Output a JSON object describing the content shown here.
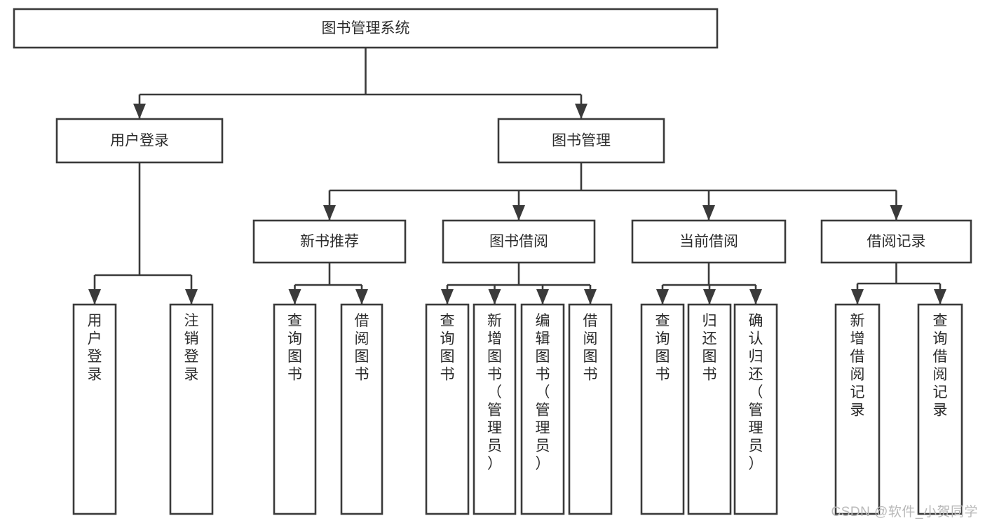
{
  "diagram": {
    "type": "tree",
    "title": "图书管理系统",
    "watermark": "CSDN @软件_小贺同学",
    "colors": {
      "stroke": "#3a3a3a",
      "box_fill": "#ffffff",
      "text": "#2b2b2b",
      "background": "#ffffff",
      "watermark": "#b9b9b9"
    },
    "levels": {
      "root": {
        "label": "图书管理系统"
      },
      "level1": [
        {
          "label": "用户登录"
        },
        {
          "label": "图书管理"
        }
      ],
      "level2": [
        {
          "label": "新书推荐"
        },
        {
          "label": "图书借阅"
        },
        {
          "label": "当前借阅"
        },
        {
          "label": "借阅记录"
        }
      ],
      "leaves": [
        {
          "label": "用户登录",
          "parent": "用户登录"
        },
        {
          "label": "注销登录",
          "parent": "用户登录"
        },
        {
          "label": "查询图书",
          "parent": "新书推荐"
        },
        {
          "label": "借阅图书",
          "parent": "新书推荐"
        },
        {
          "label": "查询图书",
          "parent": "图书借阅"
        },
        {
          "label": "新增图书（管理员）",
          "parent": "图书借阅"
        },
        {
          "label": "编辑图书（管理员）",
          "parent": "图书借阅"
        },
        {
          "label": "借阅图书",
          "parent": "图书借阅"
        },
        {
          "label": "查询图书",
          "parent": "当前借阅"
        },
        {
          "label": "归还图书",
          "parent": "当前借阅"
        },
        {
          "label": "确认归还（管理员）",
          "parent": "当前借阅"
        },
        {
          "label": "新增借阅记录",
          "parent": "借阅记录"
        },
        {
          "label": "查询借阅记录",
          "parent": "借阅记录"
        }
      ]
    }
  }
}
